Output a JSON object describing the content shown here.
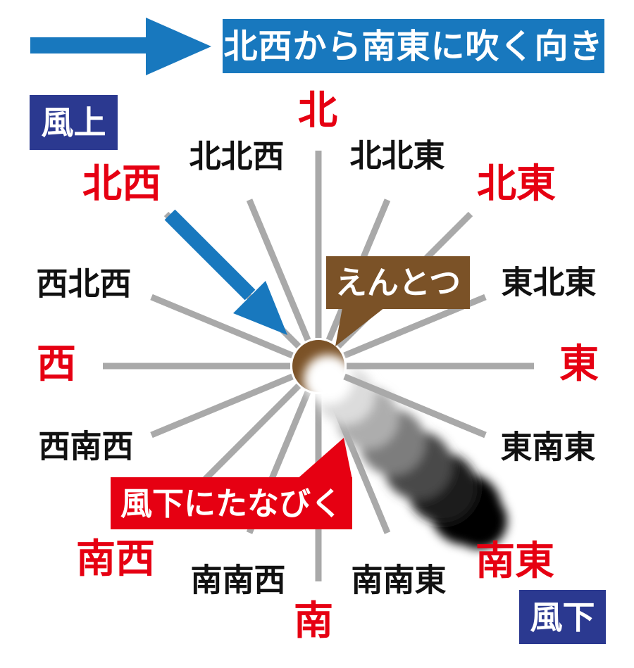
{
  "banner": {
    "text": "北西から南東に吹く向き"
  },
  "badges": {
    "windward": "風上",
    "leeward": "風下"
  },
  "bubbles": {
    "chimney": "えんとつ",
    "downwind": "風下にたなびく"
  },
  "compass": {
    "n": "北",
    "nne": "北北東",
    "ne": "北東",
    "ene": "東北東",
    "e": "東",
    "ese": "東南東",
    "se": "南東",
    "sse": "南南東",
    "s": "南",
    "ssw": "南南西",
    "sw": "南西",
    "wsw": "西南西",
    "w": "西",
    "wnw": "西北西",
    "nw": "北西",
    "nnw": "北北西"
  },
  "colors": {
    "wind_arrow_blue": "#1878be",
    "banner_blue": "#1878be",
    "badge_navy": "#2b3990",
    "cardinal_red": "#e60012",
    "inter_black": "#111111",
    "compass_line_gray": "#a9a9a9",
    "chimney_brown": "#7b5227",
    "downwind_bubble_red": "#e60012",
    "smoke_start": "#ffffff",
    "smoke_end": "#000000"
  }
}
